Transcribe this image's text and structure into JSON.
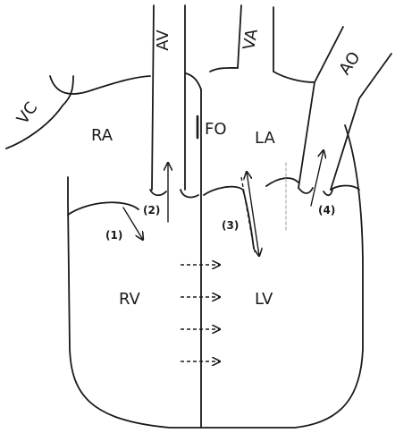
{
  "labels": {
    "vc": "VC",
    "av": "AV",
    "va": "VA",
    "ao": "AO",
    "ra": "RA",
    "fo": "FO",
    "la": "LA",
    "rv": "RV",
    "lv": "LV"
  },
  "flows": [
    "(1)",
    "(2)",
    "(3)",
    "(4)"
  ],
  "icons": {
    "solid_flow_arrow": "arrow-icon",
    "shunt_arrow": "dashed-arrow-icon"
  }
}
